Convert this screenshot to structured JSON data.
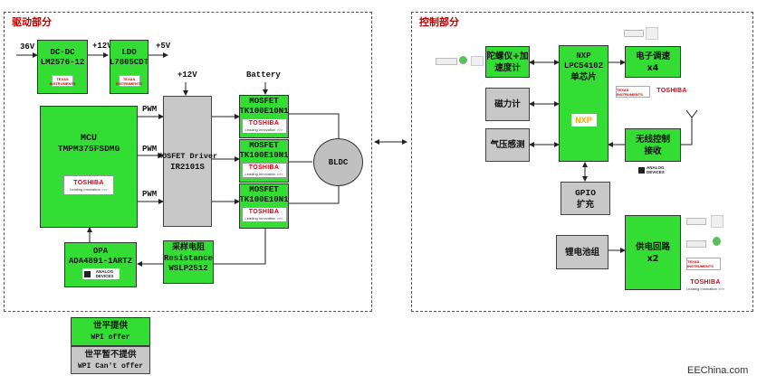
{
  "panels": {
    "drive_title": "驱动部分",
    "control_title": "控制部分"
  },
  "drive": {
    "input_voltage": "36V",
    "dcdc": {
      "line1": "DC-DC",
      "line2": "LM2576-12"
    },
    "v12_a": "+12V",
    "ldo": {
      "line1": "LDO",
      "line2": "L7805CDT"
    },
    "v5": "+5V",
    "v12_b": "+12V",
    "battery": "Battery",
    "mcu": {
      "line1": "MCU",
      "line2": "TMPM375FSDMG"
    },
    "pwm_labels": [
      "PWM",
      "PWM",
      "PWM"
    ],
    "driver": {
      "line1": "MOSFET Driver",
      "line2": "IR2101S"
    },
    "mosfets": [
      {
        "line1": "MOSFET",
        "line2": "TK100E10N1"
      },
      {
        "line1": "MOSFET",
        "line2": "TK100E10N1"
      },
      {
        "line1": "MOSFET",
        "line2": "TK100E10N1"
      }
    ],
    "motor": "BLDC",
    "opa": {
      "line1": "OPA",
      "line2": "ADA4891-1ARTZ"
    },
    "resistor": {
      "line1": "采样电阻",
      "line2": "Resistance",
      "line3": "WSLP2512"
    }
  },
  "control": {
    "gyro": {
      "line1": "陀螺仪+加",
      "line2": "速度计"
    },
    "mag": "磁力计",
    "baro": "气压感测",
    "nxp": {
      "line1": "NXP",
      "line2": "LPC54102",
      "line3": "单芯片"
    },
    "esc": {
      "line1": "电子调速",
      "line2": "x4"
    },
    "wireless": {
      "line1": "无线控制",
      "line2": "接收"
    },
    "gpio": {
      "line1": "GPIO",
      "line2": "扩充"
    },
    "battery_pack": "锂电池组",
    "power": {
      "line1": "供电回路",
      "line2": "x2"
    }
  },
  "logos": {
    "toshiba": "TOSHIBA",
    "toshiba_tag": "Leading Innovation >>>",
    "ti": "TEXAS INSTRUMENTS",
    "adi": "ANALOG DEVICES",
    "nxp": "NXP"
  },
  "legend": {
    "green_cn": "世平提供",
    "green_en": "WPI offer",
    "grey_cn": "世平暂不提供",
    "grey_en": "WPI Can't offer"
  },
  "watermark": "EEChina.com",
  "colors": {
    "green": "#33dd33",
    "grey": "#c8c8c8",
    "title": "#c00000"
  }
}
